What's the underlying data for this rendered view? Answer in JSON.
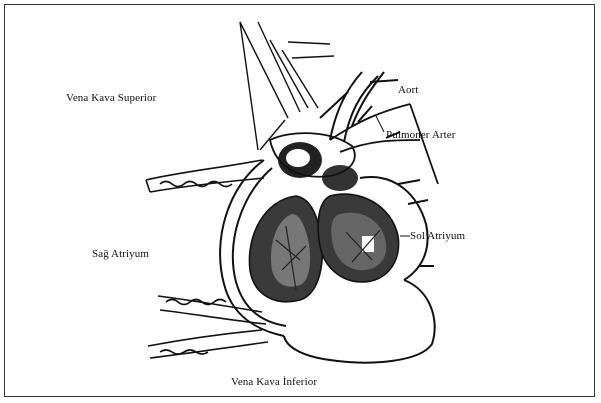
{
  "labels": {
    "vena_kava_superior": "Vena Kava Superior",
    "aort": "Aort",
    "pulmoner_arter": "Pulmoner Arter",
    "sag_atriyum": "Sağ Atriyum",
    "sol_atriyum": "Sol Atriyum",
    "vena_kava_inferior": "Vena Kava İnferior"
  },
  "colors": {
    "ink": "#111111",
    "shade_dark": "#222222",
    "shade_mid": "#555555",
    "paper": "#ffffff"
  }
}
